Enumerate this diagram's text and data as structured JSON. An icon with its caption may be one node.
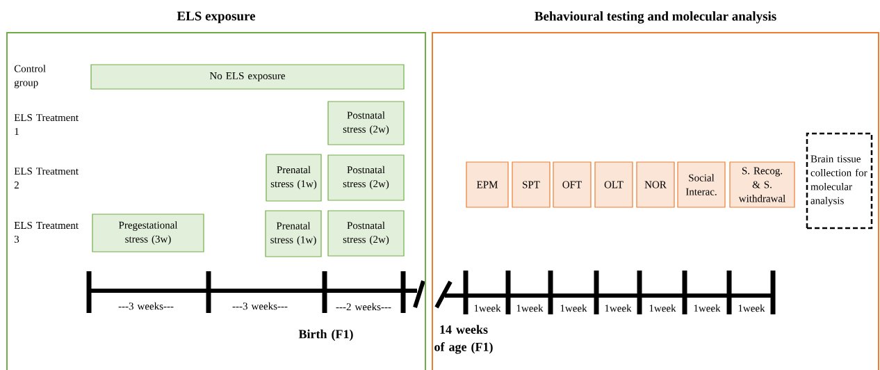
{
  "diagram": {
    "nodes": [
      {
        "text": [
          "ELS exposure"
        ]
      },
      {
        "text": [
          "No ELS exposure"
        ],
        "in": 0
      },
      {
        "text": [
          "Postnatal stress (2w)"
        ],
        "in": 0
      },
      {
        "text": [
          "Prenatal stress (1w)"
        ],
        "in": 0
      },
      {
        "text": [
          "Postnatal stress (2w)"
        ],
        "in": 0
      },
      {
        "text": [
          "Pregestational stress (3w)"
        ],
        "in": 0
      },
      {
        "text": [
          "Prenatal stress (1w)"
        ],
        "in": 0
      },
      {
        "text": [
          "Postnatal stress (2w)"
        ],
        "in": 0
      },
      {
        "text": [
          "Behavioural testing and molecular analysis"
        ]
      },
      {
        "text": [
          "EPM"
        ],
        "in": 8
      },
      {
        "text": [
          "SPT"
        ],
        "in": 8
      },
      {
        "text": [
          "OFT"
        ],
        "in": 8
      },
      {
        "text": [
          "OLT"
        ],
        "in": 8
      },
      {
        "text": [
          "NOR"
        ],
        "in": 8
      },
      {
        "text": [
          "Social Interac."
        ],
        "in": 8
      },
      {
        "text": [
          "S. Recog. & S. withdrawal"
        ],
        "in": 8
      },
      {
        "text": [
          "Brain tissue collection for molecular analysis"
        ],
        "in": 8
      }
    ],
    "labels": [
      "Control group",
      "ELS Treatment 1",
      "ELS Treatment 2",
      "ELS Treatment 3",
      "---3 weeks---",
      "---3 weeks---",
      "---2 weeks---",
      "Birth (F1)",
      "14 weeks of age (F1)",
      "1week",
      "1week",
      "1week",
      "1week",
      "1week",
      "1week",
      "1week"
    ]
  }
}
